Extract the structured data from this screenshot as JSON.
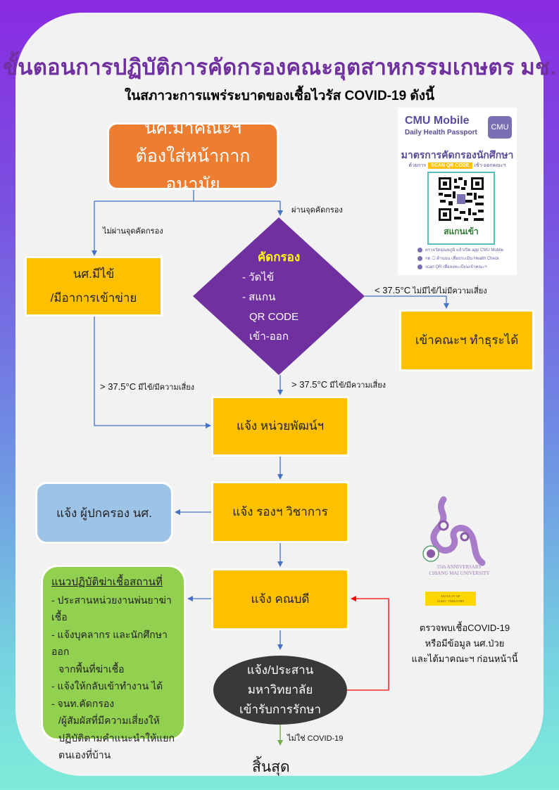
{
  "header": {
    "title": "ขั้นตอนการปฏิบัติการคัดกรองคณะอุตสาหกรรมเกษตร มช.",
    "subtitle": "ในสภาวะการแพร่ระบาดของเชื้อไวรัส COVID-19 ดังนี้"
  },
  "colors": {
    "title": "#7030a0",
    "start_box": "#ed7d31",
    "process_box": "#ffc000",
    "decision": "#7030a0",
    "parent_box": "#9dc3e6",
    "disinfect_box": "#92d050",
    "university_ellipse": "#3b3838",
    "arrow": "#4472c4",
    "covid_loop_arrow": "#ff0000",
    "end_arrow": "#70ad47"
  },
  "nodes": {
    "start": {
      "lines": [
        "นศ.มาคณะฯ",
        "ต้องใส่หน้ากากอนามัย"
      ]
    },
    "fever": {
      "lines": [
        "นศ.มีไข้",
        "/มีอาการเข้าข่าย"
      ]
    },
    "screening": {
      "title": "คัดกรอง",
      "lines": [
        "- วัดไข้",
        "- สแกน",
        "QR CODE",
        "เข้า-ออก"
      ]
    },
    "enter": {
      "label": "เข้าคณะฯ ทำธุระได้"
    },
    "notify_dev": {
      "label": "แจ้ง หน่วยพัฒน์ฯ"
    },
    "notify_vice": {
      "label": "แจ้ง รองฯ วิชาการ"
    },
    "notify_parent": {
      "label": "แจ้ง ผู้ปกครอง นศ."
    },
    "notify_dean": {
      "label": "แจ้ง คณบดี"
    },
    "university": {
      "lines": [
        "แจ้ง/ประสาน",
        "มหาวิทยาลัย",
        "เข้ารับการรักษา"
      ]
    },
    "disinfect": {
      "heading": "แนวปฏิบัติฆ่าเชื้อสถานที่",
      "items": [
        "- ประสานหน่วยงานพ่นยาฆ่าเชื้อ",
        "- แจ้งบุคลากร และนักศึกษาออก",
        "จากพื้นที่ฆ่าเชื้อ",
        "- แจ้งให้กลับเข้าทำงาน ได้",
        "- จนท.คัดกรอง",
        "/ผู้สัมผัสที่มีความเสี่ยงให้",
        "ปฏิบัติตามคำแนะนำให้แยก",
        "ตนเองที่บ้าน"
      ]
    },
    "end": {
      "label": "สิ้นสุด"
    }
  },
  "edge_labels": {
    "pass": "ผ่านจุดคัดกรอง",
    "fail": "ไม่ผ่านจุดคัดกรอง",
    "normal_temp": "< 37.5°C",
    "normal_note": "ไม่มีไข้/ไม่มีความเสี่ยง",
    "high_temp_left": "> 37.5°C",
    "high_note_left": "มีไข้/มีความเสี่ยง",
    "high_temp_mid": "> 37.5°C",
    "high_note_mid": "มีไข้/มีความเสี่ยง",
    "not_covid": "ไม่ใช่ COVID-19"
  },
  "side_note": {
    "lines": [
      "ตรวจพบเชื้อCOVID-19",
      "หรือมีข้อมูล นศ.ป่วย",
      "และได้มาคณะฯ ก่อนหน้านี้"
    ]
  },
  "cmu_passport": {
    "title": "CMU Mobile",
    "subtitle": "Daily Health Passport",
    "logo": "CMU",
    "measure": "มาตรการคัดกรองนักศึกษา",
    "by_prefix": "ด้วยการ",
    "scan_badge": "SCAN QR CODE",
    "by_suffix": "เข้า-ออกคณะฯ",
    "qr_caption": "สแกนเข้า",
    "steps": [
      "ตรวจวัดอุณหภูมิ แล้วเปิด app CMU Mobile",
      "กด ☐ ด้านบน เพื่อประเมิน Health Check",
      "scan QR เพื่อลงทะเบียนเข้าคณะฯ"
    ]
  },
  "anniversary_logo": {
    "line1": "55th ANNIVERSARY",
    "line2": "CHIANG MAI UNIVERSITY",
    "badge_line1": "FACULTY OF",
    "badge_line2": "AGRO - INDUSTRY"
  }
}
